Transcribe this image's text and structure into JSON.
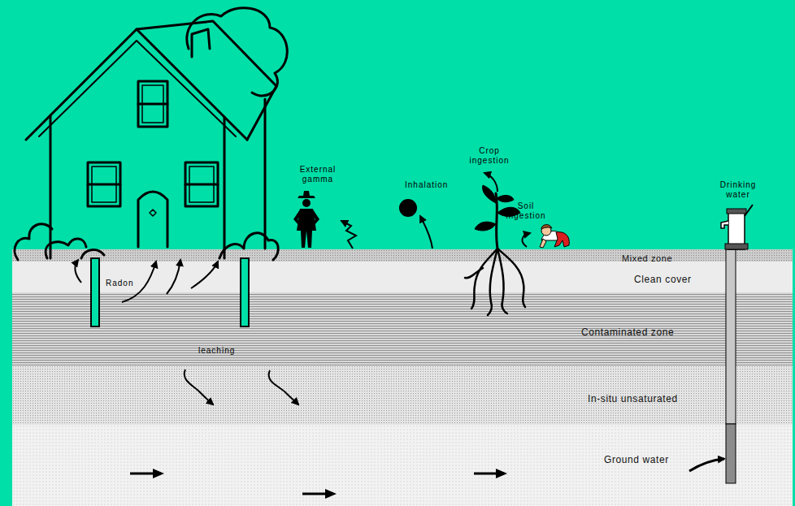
{
  "diagram": {
    "nodes": [
      {
        "text": [
          "Mixed zone"
        ]
      },
      {
        "text": [
          "Clean cover"
        ]
      },
      {
        "text": [
          "Contaminated zone"
        ]
      },
      {
        "text": [
          "In-situ unsaturated"
        ]
      },
      {
        "text": [
          "Ground water"
        ]
      }
    ],
    "labels": [
      "External gamma",
      "Inhalation",
      "Crop ingestion",
      "Soil ingestion",
      "Drinking water",
      "Radon",
      "leaching"
    ]
  }
}
